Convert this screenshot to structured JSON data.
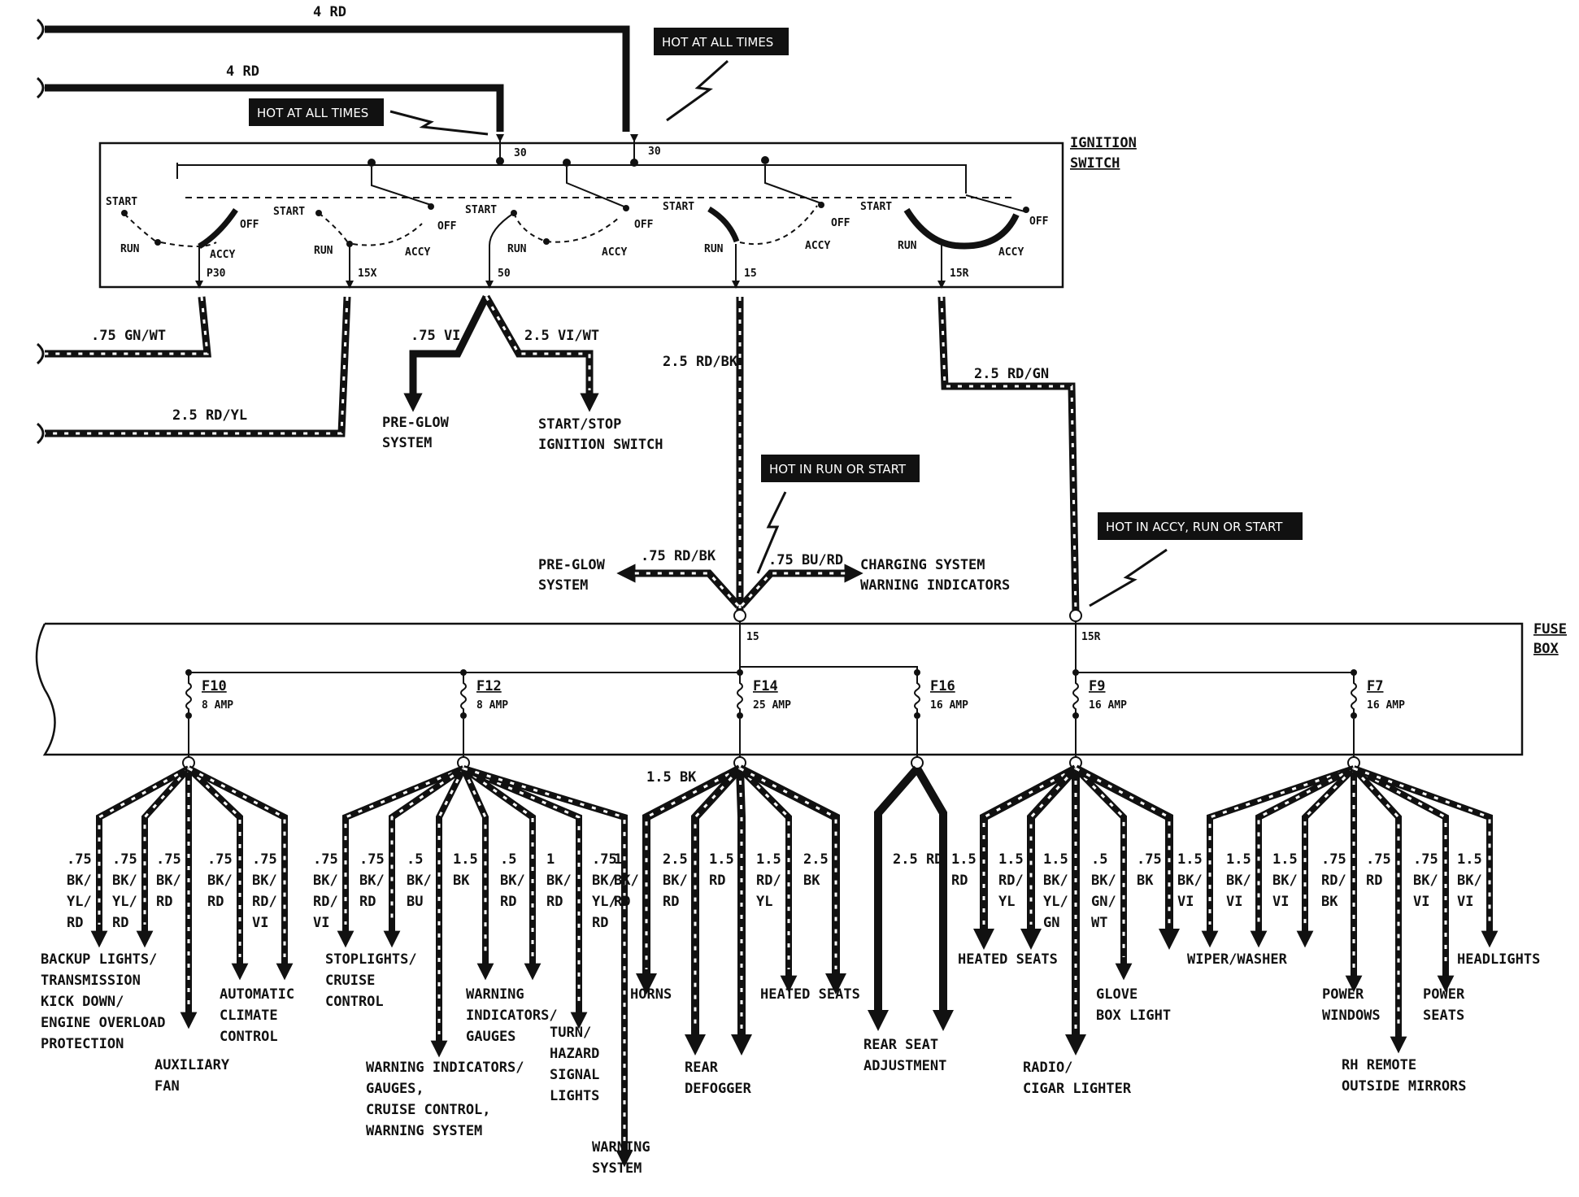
{
  "labels": {
    "feed_left": "4 RD",
    "feed_right": "4 RD",
    "hot_left": "HOT AT ALL TIMES",
    "hot_right": "HOT AT ALL TIMES",
    "ignition_l1": "IGNITION",
    "ignition_l2": "SWITCH",
    "t30a": "30",
    "t30b": "30",
    "tp30": "P30",
    "t15x": "15X",
    "t50": "50",
    "t15": "15",
    "t15r": "15R",
    "hot_run": "HOT IN RUN OR START",
    "hot_accy": "HOT IN ACCY, RUN OR START",
    "fuse_l1": "FUSE",
    "fuse_l2": "BOX",
    "fb15": "15",
    "fb15r": "15R"
  },
  "switch_groups": [
    {
      "start": "START",
      "run": "RUN",
      "off": "OFF",
      "accy": "ACCY"
    },
    {
      "start": "START",
      "run": "RUN",
      "off": "OFF",
      "accy": "ACCY"
    },
    {
      "start": "START",
      "run": "RUN",
      "off": "OFF",
      "accy": "ACCY"
    },
    {
      "start": "START",
      "run": "RUN",
      "off": "OFF",
      "accy": "ACCY"
    },
    {
      "start": "START",
      "run": "RUN",
      "off": "OFF",
      "accy": "ACCY"
    }
  ],
  "wires": {
    "gn_wt": ".75 GN/WT",
    "rd_yl": "2.5 RD/YL",
    "vi": ".75 VI",
    "vi_wt": "2.5 VI/WT",
    "rd_bk": "2.5 RD/BK",
    "rd_gn": "2.5 RD/GN",
    "rd_bk_small": ".75 RD/BK",
    "bu_rd": ".75 BU/RD",
    "bk15": "1.5 BK"
  },
  "destinations": {
    "preglow1": [
      "PRE-GLOW",
      "SYSTEM"
    ],
    "startstop": [
      "START/STOP",
      "IGNITION SWITCH"
    ],
    "preglow2": [
      "PRE-GLOW",
      "SYSTEM"
    ],
    "charging": [
      "CHARGING SYSTEM",
      "WARNING INDICATORS"
    ]
  },
  "fuses": [
    {
      "id": "F10",
      "amp": "8 AMP"
    },
    {
      "id": "F12",
      "amp": "8 AMP"
    },
    {
      "id": "F14",
      "amp": "25 AMP"
    },
    {
      "id": "F16",
      "amp": "16 AMP"
    },
    {
      "id": "F9",
      "amp": "16 AMP"
    },
    {
      "id": "F7",
      "amp": "16 AMP"
    }
  ],
  "branch_wires": [
    [
      [
        ".75",
        "BK/",
        "YL/",
        "RD"
      ],
      [
        ".75",
        "BK/",
        "YL/",
        "RD"
      ],
      [
        ".75",
        "BK/",
        "RD"
      ],
      [
        ".75",
        "BK/",
        "RD"
      ],
      [
        ".75",
        "BK/",
        "RD/",
        "VI"
      ]
    ],
    [
      [
        ".75",
        "BK/",
        "RD/",
        "VI"
      ],
      [
        ".75",
        "BK/",
        "RD"
      ],
      [
        ".5",
        "BK/",
        "BU"
      ],
      [
        "1.5",
        "BK"
      ],
      [
        ".5",
        "BK/",
        "RD"
      ],
      [
        "1",
        "BK/",
        "RD"
      ],
      [
        ".75",
        "BK/",
        "YL/",
        "RD"
      ]
    ],
    [
      [
        "1",
        "BK/",
        "RD"
      ],
      [
        "2.5",
        "BK/",
        "RD"
      ],
      [
        "1.5",
        "RD"
      ],
      [
        "1.5",
        "RD/",
        "YL"
      ],
      [
        "2.5",
        "BK"
      ]
    ],
    [
      [
        "2.5 RD"
      ]
    ],
    [
      [
        "1.5",
        "RD"
      ],
      [
        "1.5",
        "RD/",
        "YL"
      ],
      [
        "1.5",
        "BK/",
        "YL/",
        "GN"
      ],
      [
        ".5",
        "BK/",
        "GN/",
        "WT"
      ],
      [
        ".75",
        "BK"
      ]
    ],
    [
      [
        "1.5",
        "BK/",
        "VI"
      ],
      [
        "1.5",
        "BK/",
        "VI"
      ],
      [
        "1.5",
        "BK/",
        "VI"
      ],
      [
        ".75",
        "RD/",
        "BK"
      ],
      [
        ".75",
        "RD"
      ],
      [
        ".75",
        "BK/",
        "VI"
      ],
      [
        "1.5",
        "BK/",
        "VI"
      ]
    ]
  ],
  "loads": [
    [
      "BACKUP LIGHTS/",
      "TRANSMISSION",
      "KICK DOWN/",
      "ENGINE OVERLOAD",
      "PROTECTION"
    ],
    [
      "AUXILIARY",
      "FAN"
    ],
    [
      "AUTOMATIC",
      "CLIMATE",
      "CONTROL"
    ],
    [
      "STOPLIGHTS/",
      "CRUISE",
      "CONTROL"
    ],
    [
      "WARNING INDICATORS/",
      "GAUGES,",
      "CRUISE CONTROL,",
      "WARNING SYSTEM"
    ],
    [
      "WARNING",
      "INDICATORS/",
      "GAUGES"
    ],
    [
      "TURN/",
      "HAZARD",
      "SIGNAL",
      "LIGHTS"
    ],
    [
      "WARNING",
      "SYSTEM"
    ],
    [
      "HORNS"
    ],
    [
      "REAR",
      "DEFOGGER"
    ],
    [
      "HEATED SEATS"
    ],
    [
      "REAR SEAT",
      "ADJUSTMENT"
    ],
    [
      "HEATED SEATS"
    ],
    [
      "RADIO/",
      "CIGAR LIGHTER"
    ],
    [
      "GLOVE",
      "BOX LIGHT"
    ],
    [
      "WIPER/WASHER"
    ],
    [
      "POWER",
      "WINDOWS"
    ],
    [
      "RH REMOTE",
      "OUTSIDE MIRRORS"
    ],
    [
      "POWER",
      "SEATS"
    ],
    [
      "HEADLIGHTS"
    ]
  ]
}
